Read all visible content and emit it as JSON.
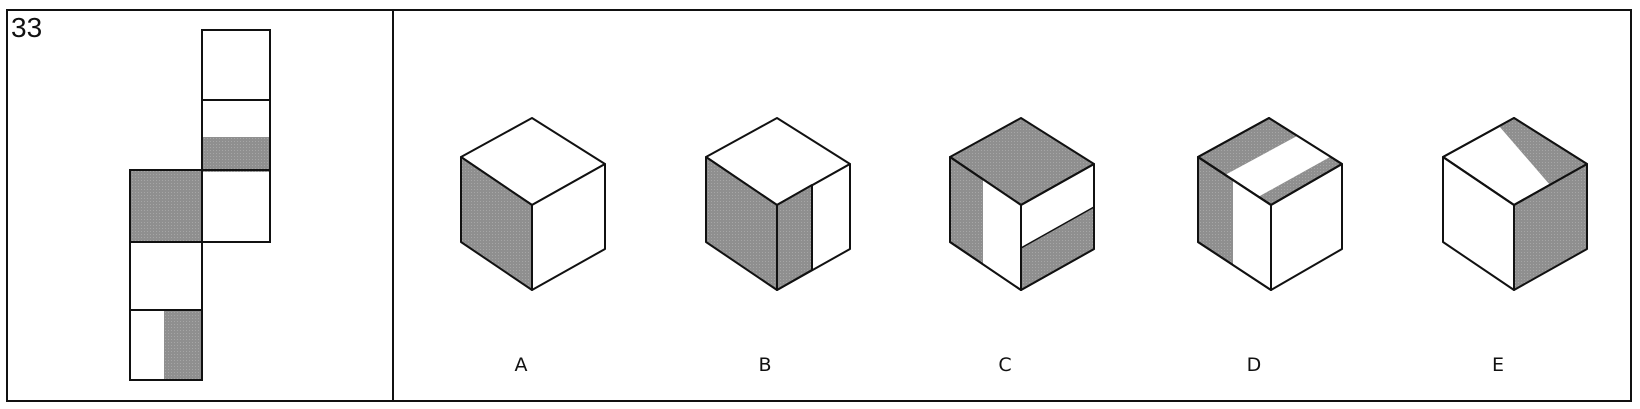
{
  "question": {
    "number": "33"
  },
  "colors": {
    "line": "#111111",
    "shade": "#8f8f8f",
    "background": "#ffffff"
  },
  "net": {
    "description_faces": 6,
    "shaded_cells": [
      "third-column-top-band",
      "left-square",
      "bottom-right-half"
    ]
  },
  "options": [
    {
      "label": "A"
    },
    {
      "label": "B"
    },
    {
      "label": "C"
    },
    {
      "label": "D"
    },
    {
      "label": "E"
    }
  ]
}
